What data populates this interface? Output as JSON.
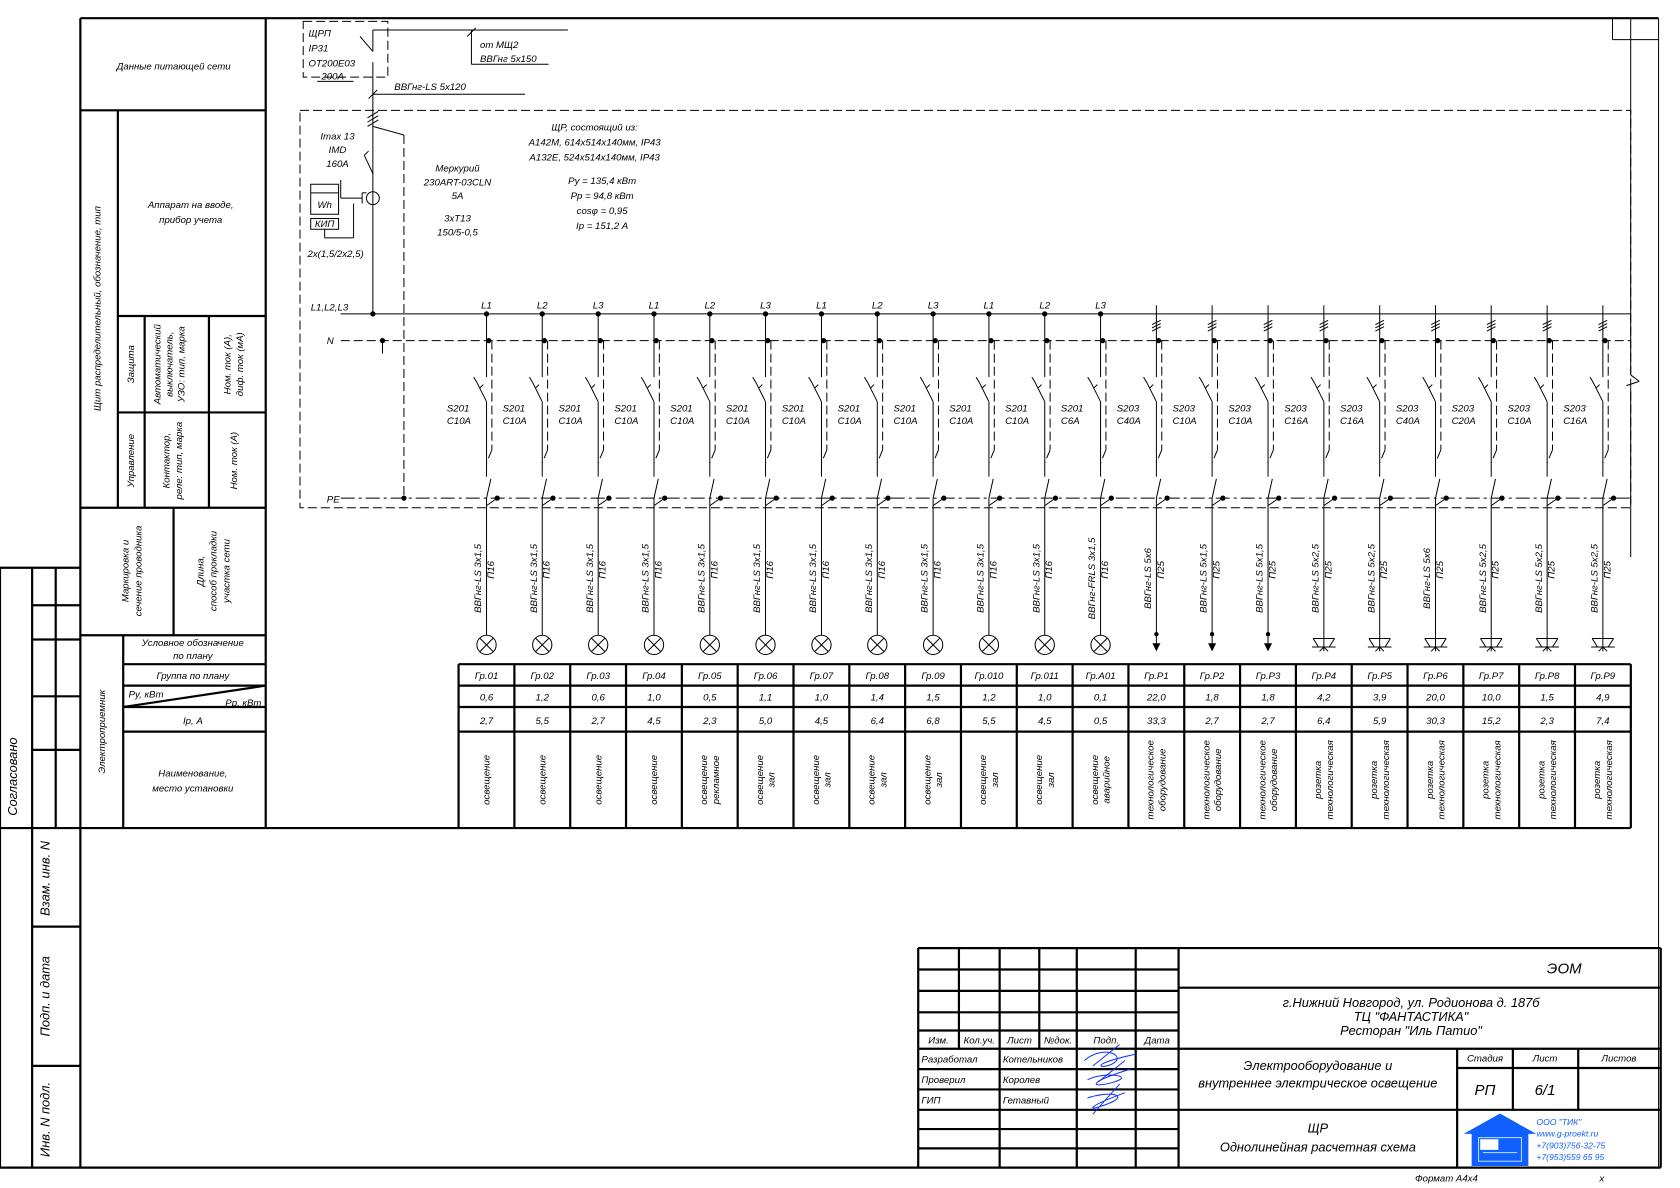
{
  "supply": {
    "panel_label": [
      "ЩРП",
      "IP31",
      "OT200E03",
      "200A"
    ],
    "from": "от МЩ2",
    "from_cable": "ВВГнг 5х150",
    "feed_cable": "ВВГнг-LS 5х120"
  },
  "input": {
    "breaker": [
      "Imax 13",
      "IMD",
      "160A"
    ],
    "meter": [
      "Меркурий",
      "230ART-03CLN",
      "5A"
    ],
    "ct": [
      "3хТ13",
      "150/5-0,5"
    ],
    "meter_box": "Wh",
    "meter_box2": "КИП",
    "meter_cable": "2х(1,5/2х2,5)"
  },
  "panel": {
    "desc": [
      "ЩР, состоящий из:",
      "А142М, 614х514х140мм, IP43",
      "А132Е, 524х514х140мм, IP43"
    ],
    "calc": [
      "Ру = 135,4 кВт",
      "Рр = 94,8 кВт",
      "cosφ = 0,95",
      "Iр = 151,2 А"
    ]
  },
  "buses": {
    "phases": "L1,L2,L3",
    "n": "N",
    "pe": "PE"
  },
  "left_header": {
    "supply_data": "Данные питающей сети",
    "panel_title": "Щит распределительный, обозначение, тип",
    "input_device": [
      "Аппарат на вводе,",
      "прибор учета"
    ],
    "protection": "Защита",
    "control": "Управление",
    "breaker_type": [
      "Автоматический",
      "выключатель,",
      "УЗО: тип, марка"
    ],
    "contactor_type": [
      "Контактор,",
      "реле: тип, марка"
    ],
    "nominal_diff": [
      "Ном. ток (А),",
      "диф. ток (мА)"
    ],
    "nominal": "Ном. ток (А)",
    "marking": [
      "Маркировка и",
      "сечение проводника"
    ],
    "length": [
      "Длина,",
      "способ прокладки",
      "участка сети"
    ],
    "receiver": "Электроприемник",
    "plan_symbol": [
      "Условное обозначение",
      "по плану"
    ],
    "plan_group": "Группа по плану",
    "pu": "Ру, кВт",
    "pp": "Рр, кВт",
    "ip": "Iр, А",
    "name": [
      "Наименование,",
      "место установки"
    ]
  },
  "margin": {
    "agreed": "Согласовано",
    "replace": "Взам. инв. N",
    "sign_date": "Подп. и дата",
    "orig": "Инв. N подл."
  },
  "circuits": [
    {
      "phase": "L1",
      "breaker": "S201",
      "rating": "C10A",
      "cable": "ВВГнг-LS 3х1,5",
      "length": "П16",
      "load": "lamp",
      "group": "Гр.01",
      "pu": "0,6",
      "ip": "2,7",
      "name": [
        "освещение"
      ]
    },
    {
      "phase": "L2",
      "breaker": "S201",
      "rating": "C10A",
      "cable": "ВВГнг-LS 3х1,5",
      "length": "П16",
      "load": "lamp",
      "group": "Гр.02",
      "pu": "1,2",
      "ip": "5,5",
      "name": [
        "освещение"
      ]
    },
    {
      "phase": "L3",
      "breaker": "S201",
      "rating": "C10A",
      "cable": "ВВГнг-LS 3х1,5",
      "length": "П16",
      "load": "lamp",
      "group": "Гр.03",
      "pu": "0,6",
      "ip": "2,7",
      "name": [
        "освещение"
      ]
    },
    {
      "phase": "L1",
      "breaker": "S201",
      "rating": "C10A",
      "cable": "ВВГнг-LS 3х1,5",
      "length": "П16",
      "load": "lamp",
      "group": "Гр.04",
      "pu": "1,0",
      "ip": "4,5",
      "name": [
        "освещение"
      ]
    },
    {
      "phase": "L2",
      "breaker": "S201",
      "rating": "C10A",
      "cable": "ВВГнг-LS 3х1,5",
      "length": "П16",
      "load": "lamp",
      "group": "Гр.05",
      "pu": "0,5",
      "ip": "2,3",
      "name": [
        "освещение",
        "рекламное"
      ]
    },
    {
      "phase": "L3",
      "breaker": "S201",
      "rating": "C10A",
      "cable": "ВВГнг-LS 3х1,5",
      "length": "П16",
      "load": "lamp",
      "group": "Гр.06",
      "pu": "1,1",
      "ip": "5,0",
      "name": [
        "освещение",
        "зал"
      ]
    },
    {
      "phase": "L1",
      "breaker": "S201",
      "rating": "C10A",
      "cable": "ВВГнг-LS 3х1,5",
      "length": "П16",
      "load": "lamp",
      "group": "Гр.07",
      "pu": "1,0",
      "ip": "4,5",
      "name": [
        "освещение",
        "зал"
      ]
    },
    {
      "phase": "L2",
      "breaker": "S201",
      "rating": "C10A",
      "cable": "ВВГнг-LS 3х1,5",
      "length": "П16",
      "load": "lamp",
      "group": "Гр.08",
      "pu": "1,4",
      "ip": "6,4",
      "name": [
        "освещение",
        "зал"
      ]
    },
    {
      "phase": "L3",
      "breaker": "S201",
      "rating": "C10A",
      "cable": "ВВГнг-LS 3х1,5",
      "length": "П16",
      "load": "lamp",
      "group": "Гр.09",
      "pu": "1,5",
      "ip": "6,8",
      "name": [
        "освещение",
        "зал"
      ]
    },
    {
      "phase": "L1",
      "breaker": "S201",
      "rating": "C10A",
      "cable": "ВВГнг-LS 3х1,5",
      "length": "П16",
      "load": "lamp",
      "group": "Гр.010",
      "pu": "1,2",
      "ip": "5,5",
      "name": [
        "освещение",
        "зал"
      ]
    },
    {
      "phase": "L2",
      "breaker": "S201",
      "rating": "C10A",
      "cable": "ВВГнг-LS 3х1,5",
      "length": "П16",
      "load": "lamp",
      "group": "Гр.011",
      "pu": "1,0",
      "ip": "4,5",
      "name": [
        "освещение",
        "зал"
      ]
    },
    {
      "phase": "L3",
      "breaker": "S201",
      "rating": "C6A",
      "cable": "ВВГнг-FRLS 3х1,5",
      "length": "П16",
      "load": "lamp",
      "group": "Гр.А01",
      "pu": "0,1",
      "ip": "0,5",
      "name": [
        "освещение",
        "аварийное"
      ]
    },
    {
      "phase": "",
      "breaker": "S203",
      "rating": "C40A",
      "cable": "ВВГнг-LS 5х6",
      "length": "П25",
      "load": "arrow",
      "group": "Гр.Р1",
      "pu": "22,0",
      "ip": "33,3",
      "name": [
        "технологическое",
        "оборудование"
      ]
    },
    {
      "phase": "",
      "breaker": "S203",
      "rating": "C10A",
      "cable": "ВВГнг-LS 5х1,5",
      "length": "П25",
      "load": "arrow",
      "group": "Гр.Р2",
      "pu": "1,8",
      "ip": "2,7",
      "name": [
        "технологическое",
        "оборудование"
      ]
    },
    {
      "phase": "",
      "breaker": "S203",
      "rating": "C10A",
      "cable": "ВВГнг-LS 5х1,5",
      "length": "П25",
      "load": "arrow",
      "group": "Гр.Р3",
      "pu": "1,8",
      "ip": "2,7",
      "name": [
        "технологическое",
        "оборудование"
      ]
    },
    {
      "phase": "",
      "breaker": "S203",
      "rating": "C16A",
      "cable": "ВВГнг-LS 5х2,5",
      "length": "П25",
      "load": "socket",
      "group": "Гр.Р4",
      "pu": "4,2",
      "ip": "6,4",
      "name": [
        "розетка",
        "технологическая"
      ]
    },
    {
      "phase": "",
      "breaker": "S203",
      "rating": "C16A",
      "cable": "ВВГнг-LS 5х2,5",
      "length": "П25",
      "load": "socket",
      "group": "Гр.Р5",
      "pu": "3,9",
      "ip": "5,9",
      "name": [
        "розетка",
        "технологическая"
      ]
    },
    {
      "phase": "",
      "breaker": "S203",
      "rating": "C40A",
      "cable": "ВВГнг-LS 5х6",
      "length": "П25",
      "load": "socket",
      "group": "Гр.Р6",
      "pu": "20,0",
      "ip": "30,3",
      "name": [
        "розетка",
        "технологическая"
      ]
    },
    {
      "phase": "",
      "breaker": "S203",
      "rating": "C20A",
      "cable": "ВВГнг-LS 5х2,5",
      "length": "П25",
      "load": "socket",
      "group": "Гр.Р7",
      "pu": "10,0",
      "ip": "15,2",
      "name": [
        "розетка",
        "технологическая"
      ]
    },
    {
      "phase": "",
      "breaker": "S203",
      "rating": "C10A",
      "cable": "ВВГнг-LS 5х2,5",
      "length": "П25",
      "load": "socket",
      "group": "Гр.Р8",
      "pu": "1,5",
      "ip": "2,3",
      "name": [
        "розетка",
        "технологическая"
      ]
    },
    {
      "phase": "",
      "breaker": "S203",
      "rating": "C16A",
      "cable": "ВВГнг-LS 5х2,5",
      "length": "П25",
      "load": "socket",
      "group": "Гр.Р9",
      "pu": "4,9",
      "ip": "7,4",
      "name": [
        "розетка",
        "технологическая"
      ]
    }
  ],
  "title_block": {
    "code": "ЭОМ",
    "address": [
      "г.Нижний Новгород, ул. Родионова д. 187б",
      "ТЦ \"ФАНТАСТИКА\"",
      "Ресторан \"Иль Патио\""
    ],
    "cols": [
      "Изм.",
      "Кол.уч.",
      "Лист",
      "№док.",
      "Подп.",
      "Дата"
    ],
    "people": [
      {
        "role": "Разработал",
        "name": "Котельников"
      },
      {
        "role": "Проверил",
        "name": "Королев"
      },
      {
        "role": "ГИП",
        "name": "Гетавный"
      }
    ],
    "project": [
      "Электрооборудование и",
      "внутреннее электрическое освещение"
    ],
    "stage_h": "Стадия",
    "sheet_h": "Лист",
    "sheets_h": "Листов",
    "stage": "РП",
    "sheet": "6/1",
    "sheet_name": [
      "ЩР",
      "Однолинейная расчетная схема"
    ],
    "logo": [
      "ООО \"ТИК\"",
      "www.g-proekt.ru",
      "+7(903)756-32-75",
      "+7(953)559 65 95"
    ],
    "format": "Формат А4х4",
    "x": "x"
  },
  "colors": {
    "ink": "#000000",
    "signature": "#1030ff",
    "logo": "#1060ff"
  }
}
